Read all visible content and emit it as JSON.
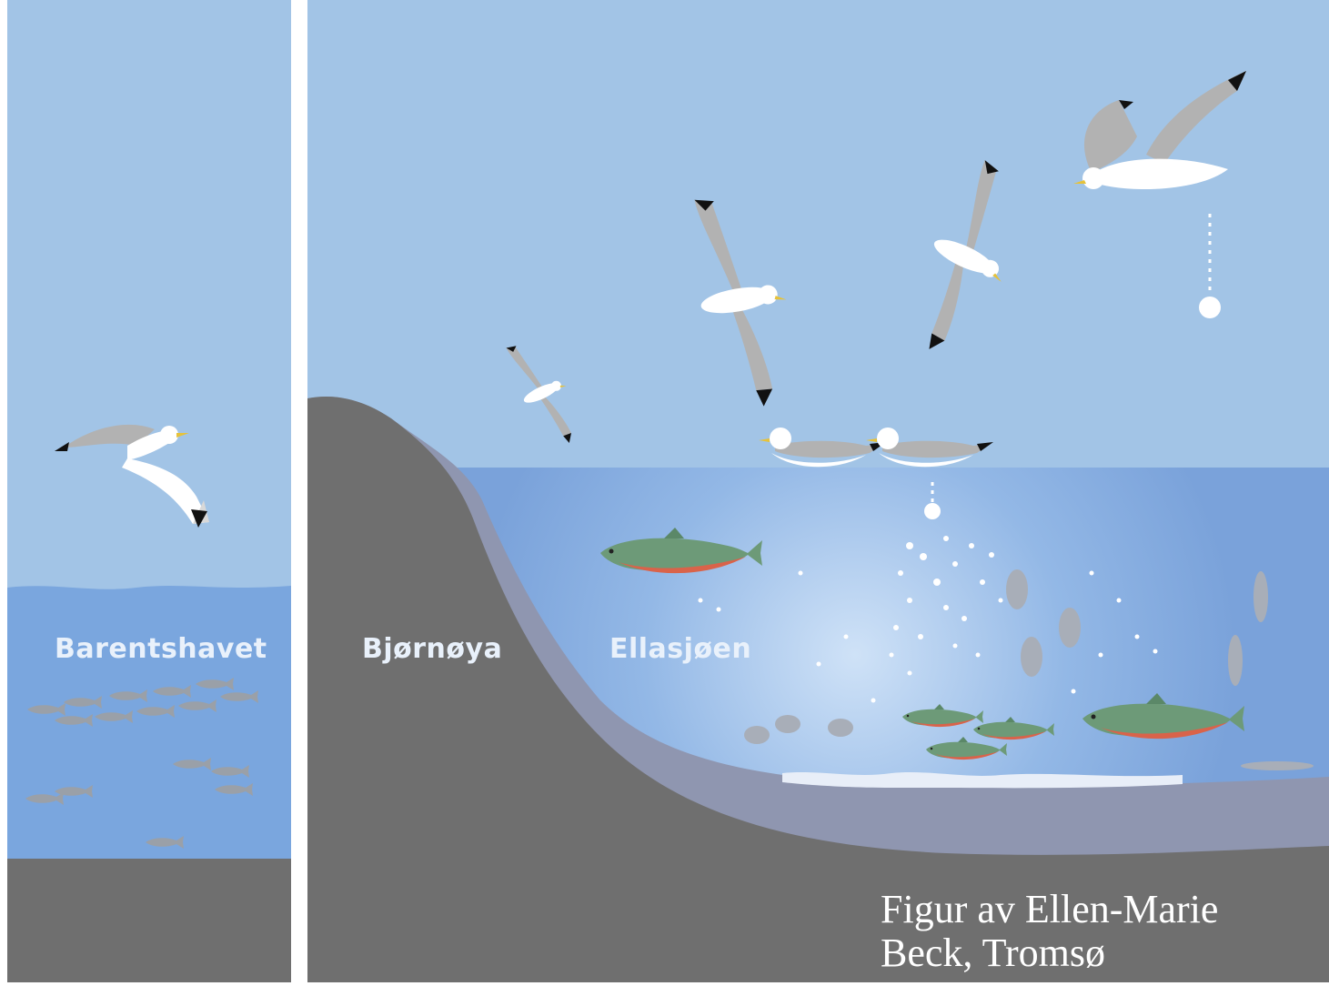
{
  "labels": {
    "left_sea": "Barentshavet",
    "island": "Bjørnøya",
    "lake": "Ellasjøen"
  },
  "credit": {
    "line1": "Figur av Ellen-Marie",
    "line2": "Beck, Tromsø"
  },
  "colors": {
    "sky": "#a2c4e6",
    "sea_left": "#7aa6de",
    "lake": "#7ea6dc",
    "ground": "#6f6f6f",
    "sediment": "#8f96b0",
    "char_body": "#6d9a78",
    "char_belly": "#d9634a",
    "gull_grey": "#b2b2b2"
  }
}
